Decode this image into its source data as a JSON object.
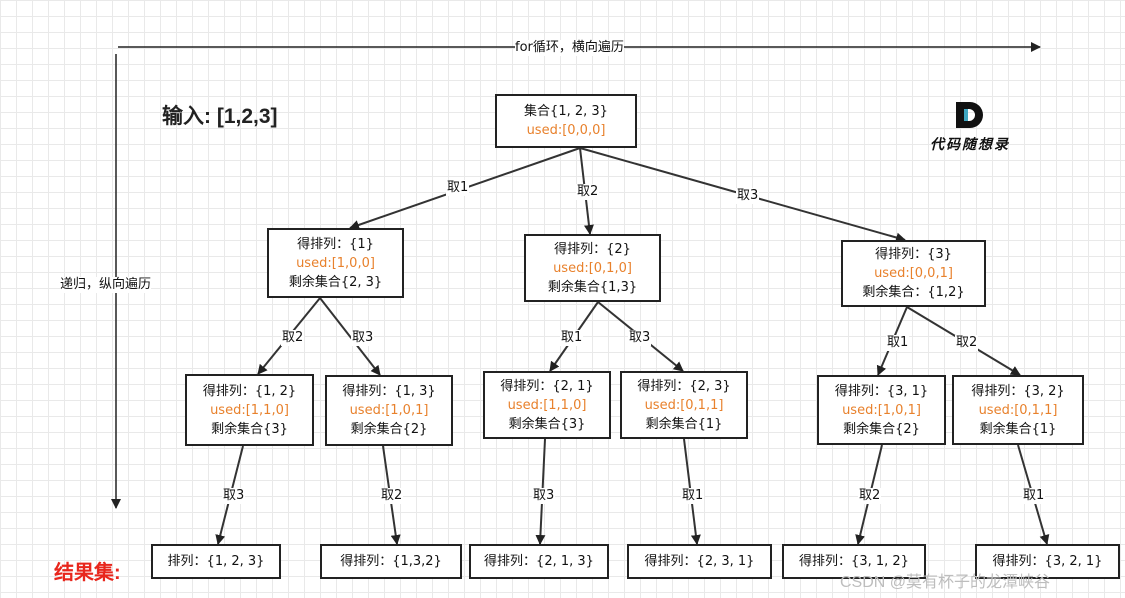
{
  "input_label": "输入: [1,2,3]",
  "result_title": "结果集:",
  "axis": {
    "horizontal": "for循环，横向遍历",
    "vertical": "递归，纵向遍历"
  },
  "logo": {
    "letter": "D",
    "text": "代码随想录"
  },
  "watermark": "CSDN @莫有杯子的龙潭峡谷",
  "colors": {
    "used": "#e8812c",
    "result_title": "#e8261c"
  },
  "root": {
    "line1": "集合{1, 2, 3}",
    "used": "used:[0,0,0]"
  },
  "level1": [
    {
      "line1": "得排列：{1}",
      "used": "used:[1,0,0]",
      "line3": "剩余集合{2, 3}"
    },
    {
      "line1": "得排列：{2}",
      "used": "used:[0,1,0]",
      "line3": "剩余集合{1,3}"
    },
    {
      "line1": "得排列：{3}",
      "used": "used:[0,0,1]",
      "line3": "剩余集合：{1,2}"
    }
  ],
  "level2": [
    {
      "line1": "得排列：{1, 2}",
      "used": "used:[1,1,0]",
      "line3": "剩余集合{3}"
    },
    {
      "line1": "得排列：{1, 3}",
      "used": "used:[1,0,1]",
      "line3": "剩余集合{2}"
    },
    {
      "line1": "得排列：{2, 1}",
      "used": "used:[1,1,0]",
      "line3": "剩余集合{3}"
    },
    {
      "line1": "得排列：{2, 3}",
      "used": "used:[0,1,1]",
      "line3": "剩余集合{1}"
    },
    {
      "line1": "得排列：{3, 1}",
      "used": "used:[1,0,1]",
      "line3": "剩余集合{2}"
    },
    {
      "line1": "得排列：{3, 2}",
      "used": "used:[0,1,1]",
      "line3": "剩余集合{1}"
    }
  ],
  "results": [
    "排列：{1, 2, 3}",
    "得排列：{1,3,2}",
    "得排列：{2, 1, 3}",
    "得排列：{2, 3, 1}",
    "得排列：{3, 1, 2}",
    "得排列：{3, 2, 1}"
  ],
  "edges": {
    "root_to_level1": [
      "取1",
      "取2",
      "取3"
    ],
    "level1_to_level2": [
      "取2",
      "取3",
      "取1",
      "取3",
      "取1",
      "取2"
    ],
    "level2_to_results": [
      "取3",
      "取2",
      "取3",
      "取1",
      "取2",
      "取1"
    ]
  }
}
